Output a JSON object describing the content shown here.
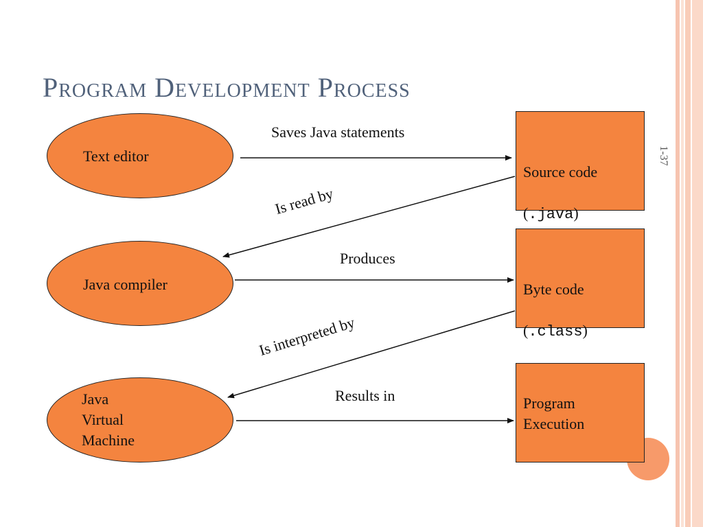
{
  "slide": {
    "title": "Program Development Process",
    "page_number": "1-37"
  },
  "nodes": {
    "text_editor": "Text editor",
    "java_compiler": "Java compiler",
    "jvm": "Java\nVirtual\nMachine",
    "source_code": {
      "line1": "Source code",
      "open": "(",
      "ext": ".java",
      "close": ")"
    },
    "byte_code": {
      "line1": "Byte code",
      "open": "(",
      "ext": ".class",
      "close": ")"
    },
    "program_execution": "Program\nExecution"
  },
  "edges": {
    "saves": "Saves Java statements",
    "read_by": "Is read by",
    "produces": "Produces",
    "interpreted_by": "Is interpreted by",
    "results_in": "Results in"
  },
  "colors": {
    "node_fill": "#f4843f",
    "title": "#50617a"
  }
}
